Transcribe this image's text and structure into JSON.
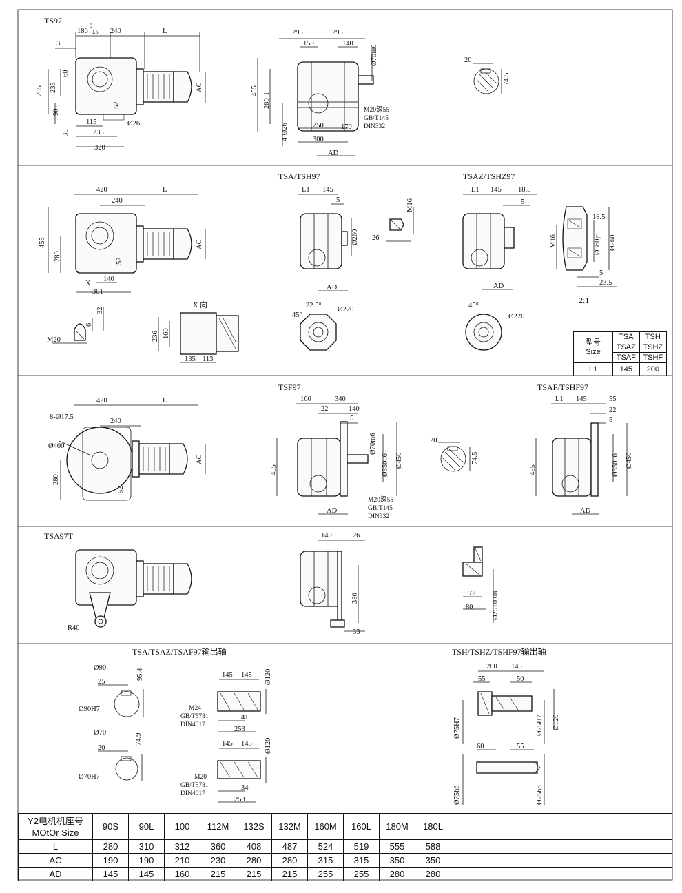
{
  "sections": [
    {
      "titles": [
        "TS97"
      ],
      "dims": [
        "180",
        "0",
        "-0.5",
        "240",
        "L",
        "35",
        "295",
        "235",
        "60",
        "90",
        "35",
        "52",
        "115",
        "235",
        "320",
        "Ø26",
        "AC",
        "295",
        "295",
        "150",
        "140",
        "Ø70m6",
        "455",
        "280-1",
        "4-Ø26",
        "250",
        "300",
        "170",
        "AD",
        "M20深55",
        "GB/T145",
        "DIN332",
        "20",
        "74.5"
      ]
    },
    {
      "titles": [
        "TSA/TSH97",
        "TSAZ/TSHZ97"
      ],
      "dims": [
        "420",
        "L",
        "240",
        "455",
        "280",
        "52",
        "AC",
        "X",
        "140",
        "301",
        "L1",
        "145",
        "5",
        "Ø260",
        "AD",
        "M16",
        "26",
        "L1",
        "145",
        "18.5",
        "5",
        "AD",
        "M16",
        "18.5",
        "Ø360j6",
        "Ø260",
        "5",
        "23.5",
        "2:1",
        "X 向",
        "236",
        "160",
        "135",
        "113",
        "6",
        "32",
        "M20",
        "45°",
        "22.5°",
        "Ø220",
        "45°",
        "Ø220"
      ]
    },
    {
      "titles": [
        "TSF97",
        "TSAF/TSHF97"
      ],
      "dims": [
        "420",
        "L",
        "8-Ø17.5",
        "240",
        "Ø400",
        "280",
        "52",
        "AC",
        "160",
        "340",
        "22",
        "140",
        "5",
        "Ø70m6",
        "455",
        "Ø350h6",
        "Ø450",
        "AD",
        "M20深55",
        "GB/T145",
        "DIN332",
        "20",
        "74.5",
        "L1",
        "145",
        "55",
        "22",
        "5",
        "455",
        "Ø350h6",
        "Ø450",
        "AD"
      ]
    },
    {
      "titles": [
        "TSA97T"
      ],
      "dims": [
        "R40",
        "140",
        "26",
        "380",
        "33",
        "72",
        "80",
        "Ø25±0.08"
      ]
    },
    {
      "titles": [
        "TSA/TSAZ/TSAF97输出轴",
        "TSH/TSHZ/TSHF97输出轴"
      ],
      "dims": [
        "Ø90",
        "25",
        "95.4",
        "Ø90H7",
        "Ø70",
        "20",
        "74.9",
        "Ø70H7",
        "145",
        "145",
        "Ø120",
        "M24",
        "GB/T5781",
        "DIN4017",
        "41",
        "253",
        "145",
        "145",
        "Ø120",
        "M20",
        "GB/T5781",
        "DIN4017",
        "34",
        "253",
        "200",
        "145",
        "55",
        "50",
        "Ø75H7",
        "Ø75H7",
        "Ø120",
        "60",
        "55",
        "Ø75h6",
        "Ø75h6"
      ]
    }
  ],
  "size_table": {
    "head_label_cn": "型号",
    "head_label_en": "Size",
    "rows": [
      [
        "TSA",
        "TSH"
      ],
      [
        "TSAZ",
        "TSHZ"
      ],
      [
        "TSAF",
        "TSHF"
      ]
    ],
    "l1_label": "L1",
    "l1_values": [
      "145",
      "200"
    ]
  },
  "motor_table": {
    "header_cn": "Y2电机机座号",
    "header_en": "MOtOr Size",
    "sizes": [
      "90S",
      "90L",
      "100",
      "112M",
      "132S",
      "132M",
      "160M",
      "160L",
      "180M",
      "180L"
    ],
    "rows": [
      {
        "label": "L",
        "values": [
          "280",
          "310",
          "312",
          "360",
          "408",
          "487",
          "524",
          "519",
          "555",
          "588"
        ]
      },
      {
        "label": "AC",
        "values": [
          "190",
          "190",
          "210",
          "230",
          "280",
          "280",
          "315",
          "315",
          "350",
          "350"
        ]
      },
      {
        "label": "AD",
        "values": [
          "145",
          "145",
          "160",
          "215",
          "215",
          "215",
          "255",
          "255",
          "280",
          "280"
        ]
      }
    ]
  }
}
